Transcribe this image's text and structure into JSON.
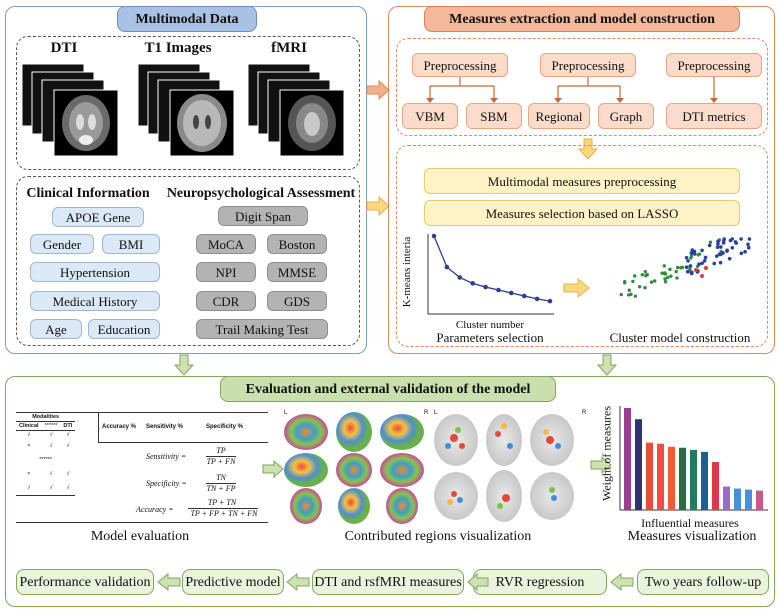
{
  "multimodal": {
    "title": "Multimodal Data",
    "imaging": {
      "dti": "DTI",
      "t1": "T1 Images",
      "fmri": "fMRI"
    },
    "clinical_title": "Clinical Information",
    "clinical_items": [
      "APOE Gene",
      "Gender",
      "BMI",
      "Hypertension",
      "Medical History",
      "Age",
      "Education"
    ],
    "neuro_title": "Neuropsychological Assessment",
    "neuro_items": [
      "Digit Span",
      "MoCA",
      "Boston",
      "NPI",
      "MMSE",
      "CDR",
      "GDS",
      "Trail Making Test"
    ]
  },
  "measures": {
    "title": "Measures extraction and model construction",
    "preprocessing": [
      "Preprocessing",
      "Preprocessing",
      "Preprocessing"
    ],
    "outputs": [
      "VBM",
      "SBM",
      "Regional",
      "Graph",
      "DTI metrics"
    ],
    "steps": [
      "Multimodal measures preprocessing",
      "Measures selection based on LASSO"
    ],
    "elbow": {
      "ylabel": "K-means interia",
      "xlabel": "Cluster number",
      "caption": "Parameters selection"
    },
    "cluster_caption": "Cluster model construction"
  },
  "chart_data": [
    {
      "type": "line",
      "xlabel": "Cluster number",
      "ylabel": "K-means interia",
      "x": [
        1,
        2,
        3,
        4,
        5,
        6,
        7,
        8,
        9,
        10
      ],
      "values": [
        100,
        58,
        44,
        36,
        31,
        27,
        23,
        19,
        15,
        12
      ]
    },
    {
      "type": "bar",
      "xlabel": "Influential measures",
      "ylabel": "Weight of measures",
      "values": [
        100,
        89,
        66,
        65,
        62,
        61,
        59,
        57,
        47,
        23,
        21,
        20,
        19
      ],
      "colors": [
        "#9b3f96",
        "#2d3470",
        "#e64b3c",
        "#f04e44",
        "#f05b3a",
        "#2a6b44",
        "#1f7d5e",
        "#1f5f8f",
        "#e6324a",
        "#9b6bc6",
        "#4a8fd8",
        "#4a8fd8",
        "#c85a8a"
      ]
    }
  ],
  "evaluation": {
    "title": "Evaluation and external validation of the model",
    "table": {
      "header": "Modalities",
      "cols": [
        "Clinical",
        "******",
        "DTI",
        "Accuracy %",
        "Sensitivity %",
        "Specificity %"
      ],
      "rows": [
        [
          "√",
          "√",
          "√"
        ],
        [
          "×",
          "√",
          "√"
        ],
        [
          "******"
        ],
        [
          "×",
          "√",
          "√"
        ],
        [
          "√",
          "√",
          "√"
        ]
      ]
    },
    "formulas": {
      "sens_lhs": "Sensitivity =",
      "sens_num": "TP",
      "sens_den": "TP + FN",
      "spec_lhs": "Specificity =",
      "spec_num": "TN",
      "spec_den": "TN + FP",
      "acc_lhs": "Accuracy =",
      "acc_num": "TP + TN",
      "acc_den": "TP + FP + TN + FN"
    },
    "model_eval": "Model evaluation",
    "regions": "Contributed regions visualization",
    "bar_caption": "Measures visualization",
    "brain_lr": [
      "L",
      "R",
      "L",
      "R"
    ]
  },
  "pipeline": [
    "Two years follow-up",
    "RVR regression",
    "DTI and rsfMRI measures",
    "Predictive model",
    "Performance validation"
  ]
}
